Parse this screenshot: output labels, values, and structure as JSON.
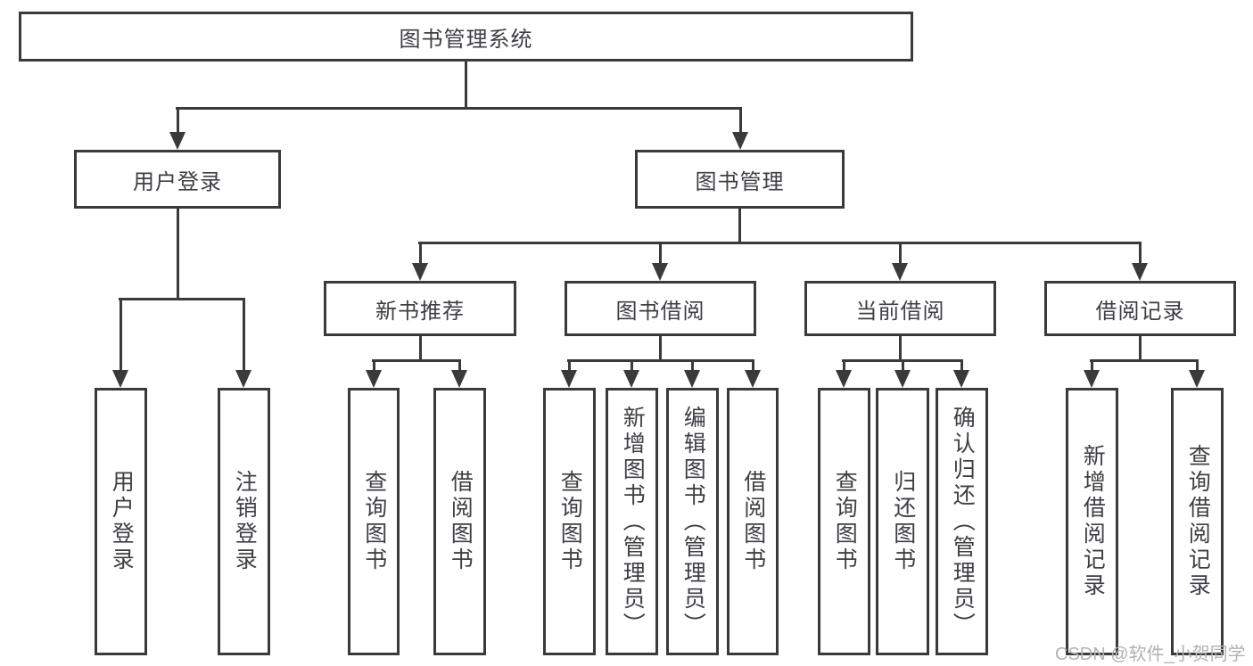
{
  "tree": {
    "label": "图书管理系统",
    "children": [
      {
        "label": "用户登录",
        "children": [
          {
            "label": "用户登录"
          },
          {
            "label": "注销登录"
          }
        ]
      },
      {
        "label": "图书管理",
        "children": [
          {
            "label": "新书推荐",
            "children": [
              {
                "label": "查询图书"
              },
              {
                "label": "借阅图书"
              }
            ]
          },
          {
            "label": "图书借阅",
            "children": [
              {
                "label": "查询图书"
              },
              {
                "label": "新增图书（管理员）"
              },
              {
                "label": "编辑图书（管理员）"
              },
              {
                "label": "借阅图书"
              }
            ]
          },
          {
            "label": "当前借阅",
            "children": [
              {
                "label": "查询图书"
              },
              {
                "label": "归还图书"
              },
              {
                "label": "确认归还（管理员）"
              }
            ]
          },
          {
            "label": "借阅记录",
            "children": [
              {
                "label": "新增借阅记录"
              },
              {
                "label": "查询借阅记录"
              }
            ]
          }
        ]
      }
    ]
  },
  "watermark": "CSDN @软件_小贺同学",
  "colors": {
    "line": "#3a3a3a",
    "text": "#3e3e44",
    "watermark": "#b3b1b4",
    "background": "#ffffff"
  }
}
